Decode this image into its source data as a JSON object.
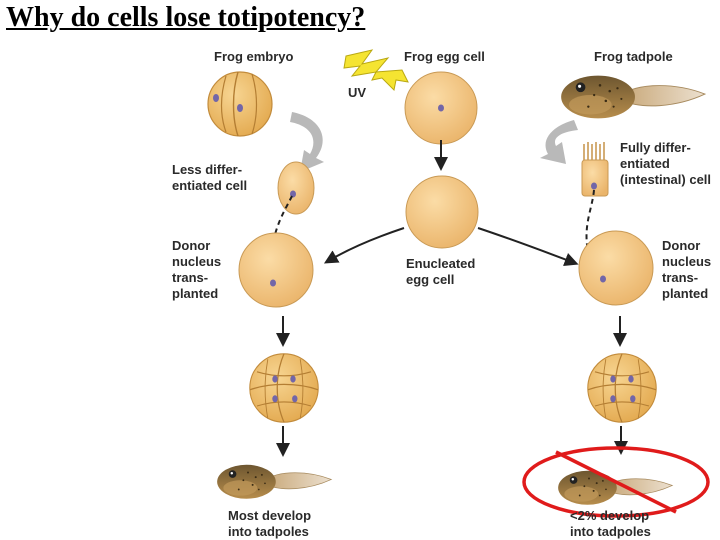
{
  "title": "Why do cells lose totipotency?",
  "labels": {
    "frog_embryo": "Frog embryo",
    "frog_egg_cell": "Frog egg cell",
    "frog_tadpole": "Frog tadpole",
    "uv": "UV",
    "less_differentiated": "Less differ-\nentiated cell",
    "fully_differentiated": "Fully differ-\nentiated\n(intestinal) cell",
    "donor_left": "Donor\nnucleus\ntrans-\nplanted",
    "donor_right": "Donor\nnucleus\ntrans-\nplanted",
    "enucleated": "Enucleated\negg cell",
    "most_develop": "Most develop\ninto tadpoles",
    "less_develop": "<2% develop\ninto tadpoles"
  },
  "colors": {
    "cell_fill": "#f2c27e",
    "cell_stroke": "#c99a55",
    "nucleus": "#7266a8",
    "arrow": "#222222",
    "curved_arrow": "#b9b9b9",
    "uv_bolt": "#f5e431",
    "prohibition": "#e01b1b",
    "tadpole_body": "#8c6a35"
  }
}
